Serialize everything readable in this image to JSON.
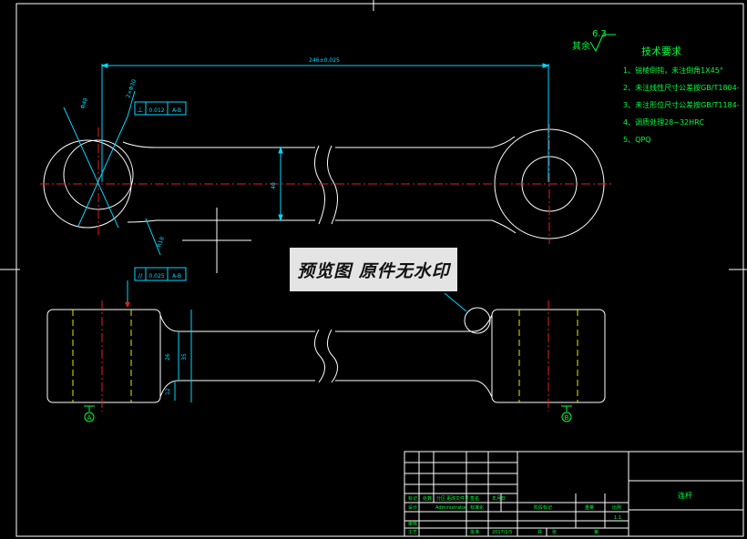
{
  "drawing": {
    "overall_length": "246±0.025",
    "dim_diameter": "Φ48",
    "dim_bore": "2×Φ30",
    "dim_height": "40",
    "dim_r": "R18",
    "dim_thickness": "35",
    "dim_width": "26",
    "dim_step": "12",
    "gdt_top": {
      "symbol": "⊥",
      "value": "0.012",
      "datum": "A-B"
    },
    "gdt_side": {
      "symbol": "//",
      "value": "0.025",
      "datum": "A-B"
    },
    "datum_a": "A",
    "datum_b": "B"
  },
  "roughness": {
    "prefix": "其余",
    "value": "6.3"
  },
  "tech_requirements": {
    "title": "技术要求",
    "items": [
      "1、锐棱倒钝，未注倒角1X45°",
      "2、未注线性尺寸公差按GB/T1804-",
      "3、未注形位尺寸公差按GB/T1184-",
      "4、调质处理28~32HRC",
      "5、QPQ"
    ]
  },
  "title_block": {
    "part_name": "连杆",
    "row_labels": [
      "标记",
      "处数",
      "分区",
      "更改文件号",
      "签名",
      "年月日"
    ],
    "designer_label": "设计",
    "designer": "Administrator",
    "standardize": "标准化",
    "review_label": "审核",
    "process_label": "工艺",
    "approve_label": "批准",
    "date": "2017/2/5",
    "stage_label": "阶段标记",
    "weight_label": "重量",
    "scale_label": "比例",
    "scale": "1:1",
    "sheet_total": "共",
    "sheet_unit": "张",
    "sheet_no": "第"
  },
  "watermark": "预览图 原件无水印"
}
